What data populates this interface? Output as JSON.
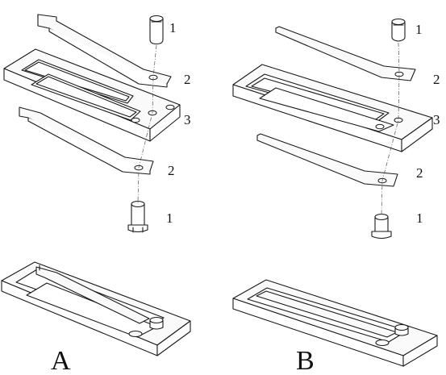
{
  "diagram": {
    "part_labels": [
      "1",
      "2",
      "3"
    ],
    "panel_a": {
      "callouts": [
        "1",
        "2",
        "3",
        "2",
        "1"
      ],
      "letter": "A"
    },
    "panel_b": {
      "callouts": [
        "1",
        "2",
        "3",
        "2",
        "1"
      ],
      "letter": "B"
    }
  }
}
